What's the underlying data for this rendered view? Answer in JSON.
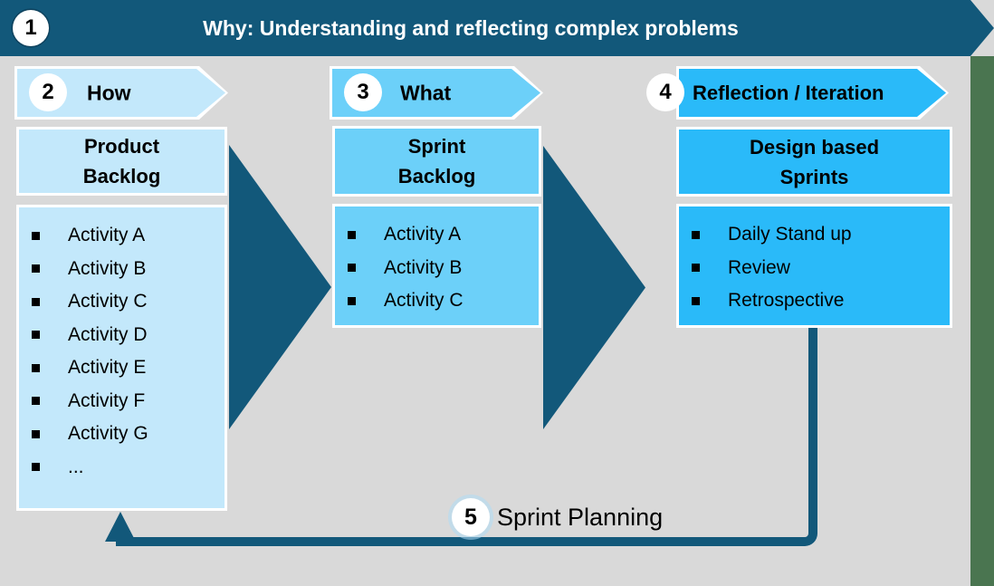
{
  "banner": {
    "number": "1",
    "title": "Why: Understanding and reflecting complex problems"
  },
  "columns": [
    {
      "number": "2",
      "header": "How",
      "box_line1": "Product",
      "box_line2": "Backlog",
      "items": [
        "Activity A",
        "Activity B",
        "Activity C",
        "Activity D",
        "Activity E",
        "Activity F",
        "Activity G",
        "..."
      ]
    },
    {
      "number": "3",
      "header": "What",
      "box_line1": "Sprint",
      "box_line2": "Backlog",
      "items": [
        "Activity A",
        "Activity B",
        "Activity C"
      ]
    },
    {
      "number": "4",
      "header": "Reflection / Iteration",
      "box_line1": "Design based",
      "box_line2": "Sprints",
      "items": [
        "Daily Stand up",
        "Review",
        "Retrospective"
      ]
    }
  ],
  "footer": {
    "number": "5",
    "label": "Sprint Planning"
  },
  "colors": {
    "banner_teal": "#12587A",
    "slide_gray": "#D9D9D9",
    "right_edge_green": "#4A7550",
    "column1_blue": "#C3E8FB",
    "column2_blue": "#6CD0F9",
    "column3_blue": "#2ABAF9",
    "outline_white": "#FFFFFF",
    "text_black": "#000000"
  }
}
